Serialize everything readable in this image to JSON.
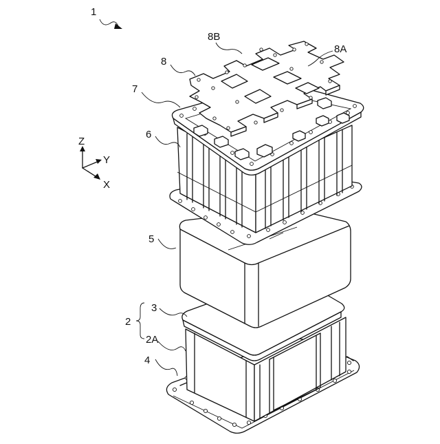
{
  "labels": {
    "assembly": "1",
    "plate_8b": "8B",
    "plate_8a": "8A",
    "plate_8": "8",
    "frame_7": "7",
    "stack_6": "6",
    "box_5": "5",
    "group_2": "2",
    "lid_3": "3",
    "body_2a": "2A",
    "base_4": "4"
  },
  "axes": {
    "z": "Z",
    "y": "Y",
    "x": "X"
  }
}
